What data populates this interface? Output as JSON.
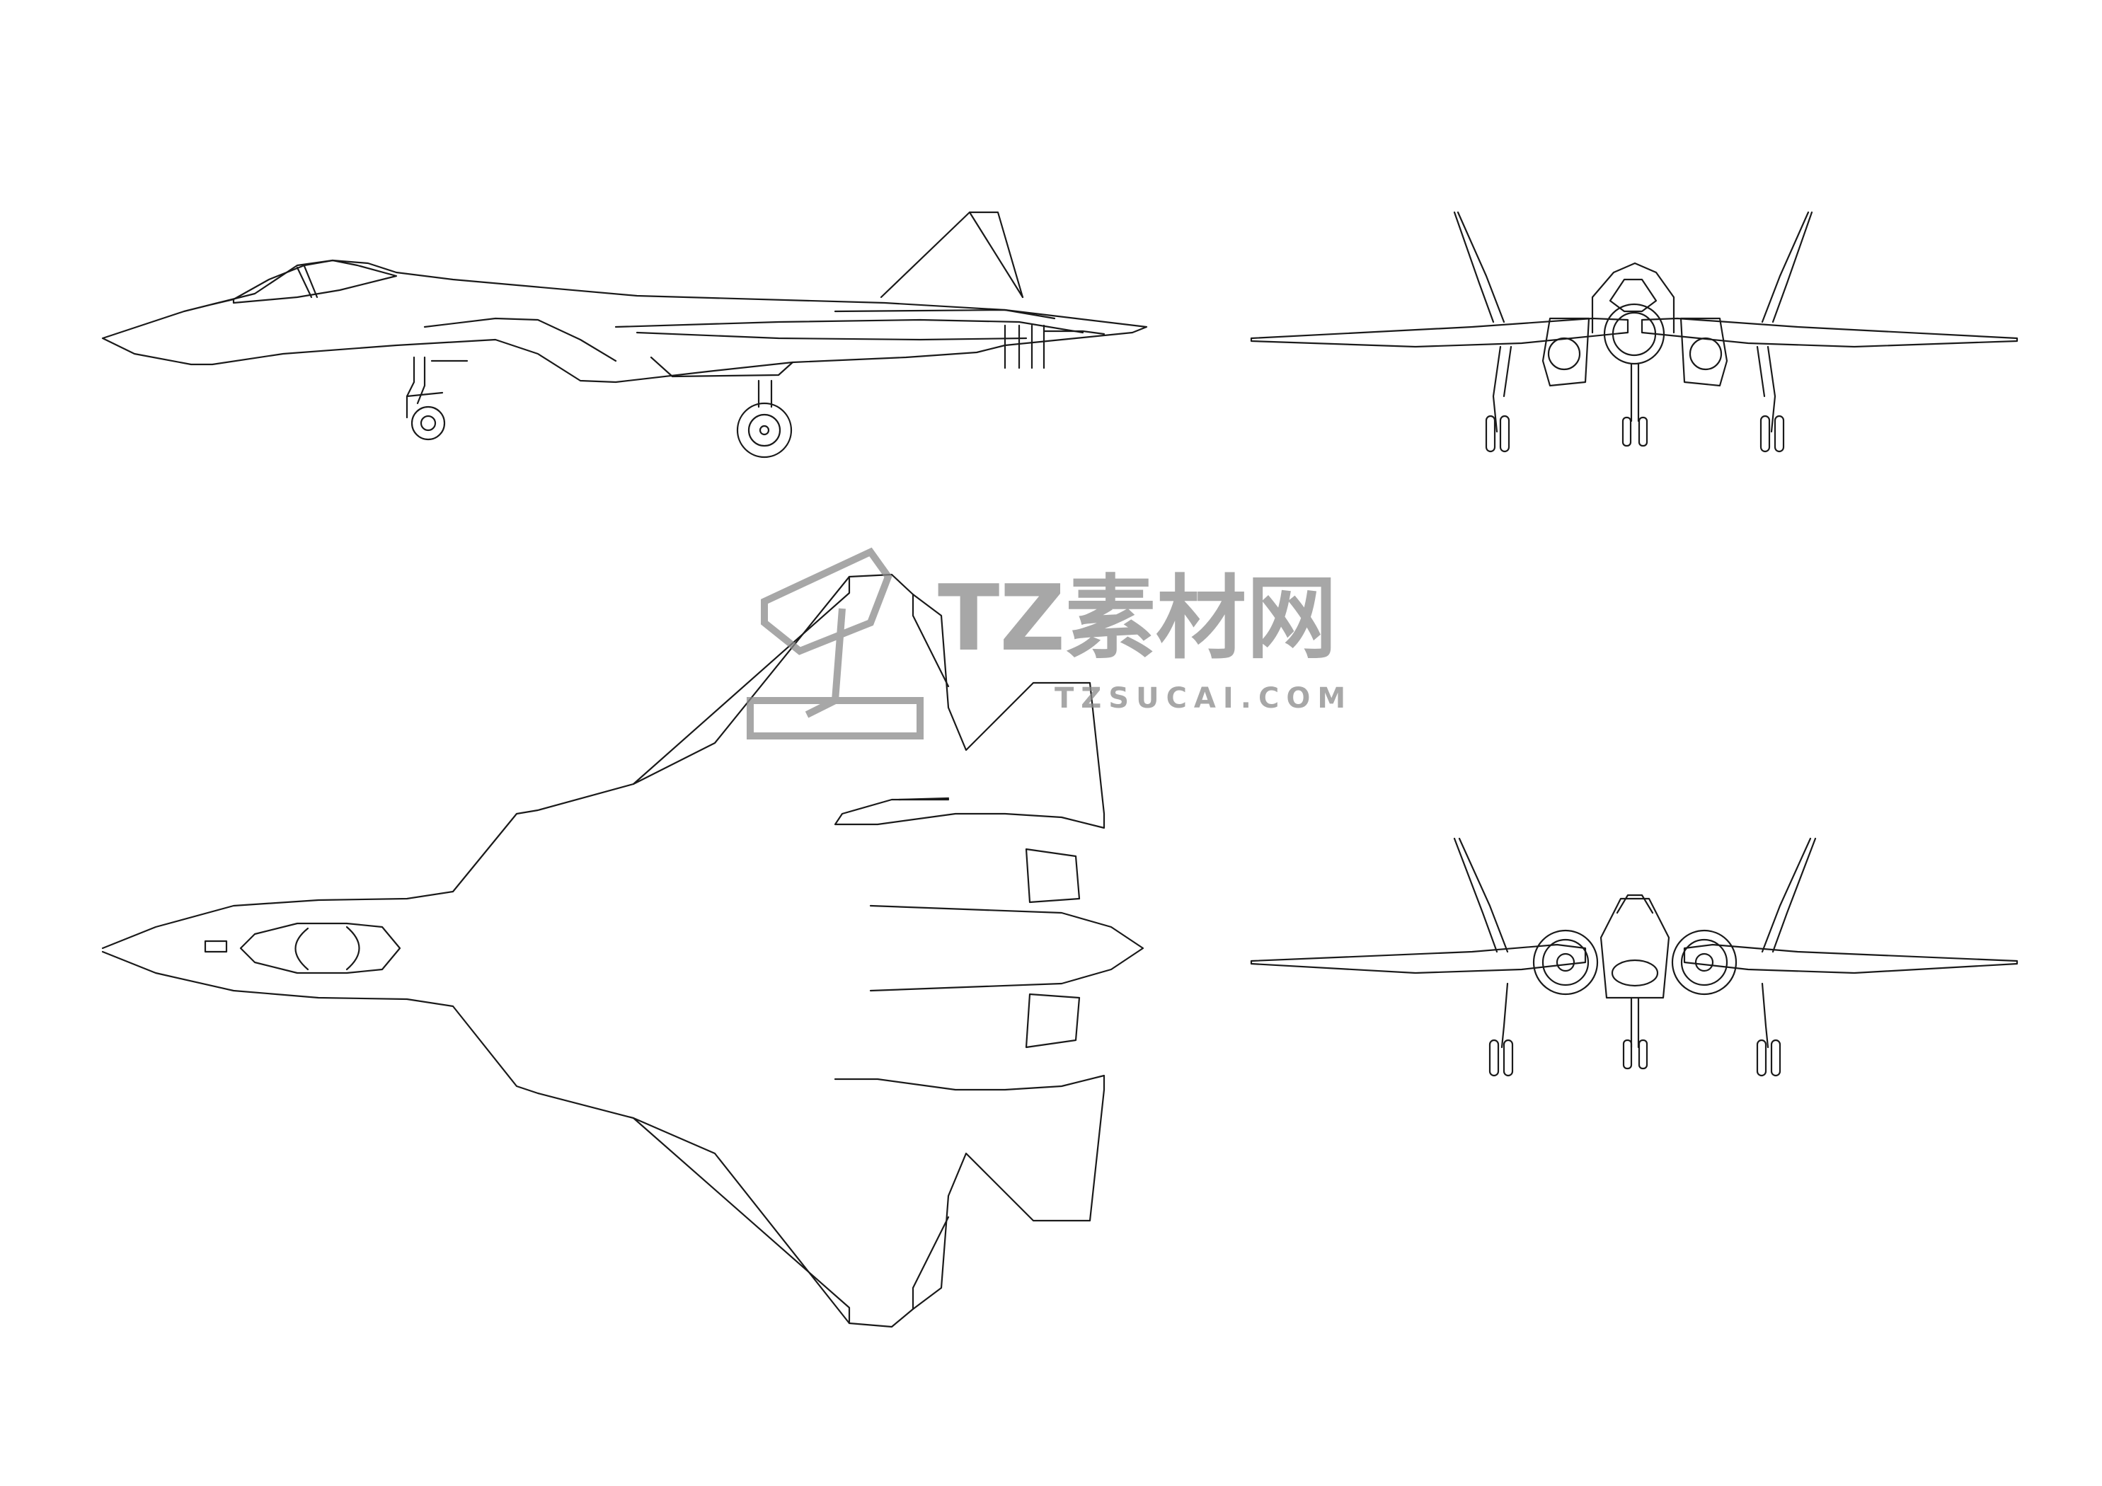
{
  "drawing": {
    "views": [
      "side-view",
      "front-view",
      "top-view",
      "rear-view"
    ]
  },
  "watermark": {
    "title": "TZ素材网",
    "subtitle": "TZSUCAI.COM",
    "color": "#8a8a8a"
  }
}
